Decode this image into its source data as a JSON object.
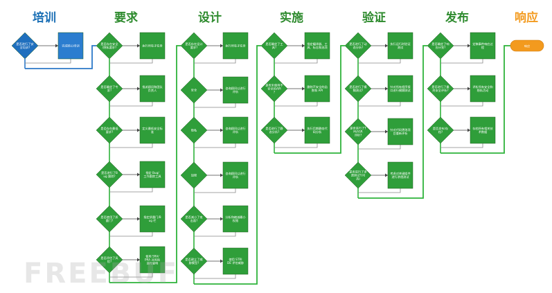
{
  "phases": [
    {
      "label": "培训",
      "color": "#1a6fb5"
    },
    {
      "label": "要求",
      "color": "#2e8b2e"
    },
    {
      "label": "设计",
      "color": "#2e8b2e"
    },
    {
      "label": "实施",
      "color": "#2e8b2e"
    },
    {
      "label": "验证",
      "color": "#2e8b2e"
    },
    {
      "label": "发布",
      "color": "#2e8b2e"
    },
    {
      "label": "响应",
      "color": "#f39a1e"
    }
  ],
  "columns": [
    {
      "nodes": [
        {
          "q": "是否进行了安全培训?",
          "a": "完成核心培训"
        }
      ]
    },
    {
      "nodes": [
        {
          "q": "是否存在安全/隐私要求?",
          "a": "执行所有子任务"
        },
        {
          "q": "是否确定了专家?",
          "a": "指派顾问和团队负责人"
        },
        {
          "q": "是否存在最低要求?",
          "a": "定义最低安全标准"
        },
        {
          "q": "是否进行了Bug 跟踪?",
          "a": "指定 Bug/工作跟踪工具"
        },
        {
          "q": "是否使用了质量门?",
          "a": "指定质量门/Bug 栏"
        },
        {
          "q": "是否评估了风险?",
          "a": "使用 SRA/PRA 对风险进行查明"
        }
      ]
    },
    {
      "nodes": [
        {
          "q": "是否存在设计要求?",
          "a": "执行所有子任务"
        },
        {
          "q": "安全",
          "a": "咨询顾问以进行评析"
        },
        {
          "q": "隐私",
          "a": "咨询顾问以进行评析"
        },
        {
          "q": "加密",
          "a": "咨询顾问以进行评析"
        },
        {
          "q": "是否减小了攻击面?",
          "a": "分析和缩减最小权限"
        },
        {
          "q": "是否建立了威胁模型?",
          "a": "使用 STRIDE 评估威胁"
        }
      ]
    },
    {
      "nodes": [
        {
          "q": "是否确定了工具?",
          "a": "指定编译器、工具、标志和选项"
        },
        {
          "q": "是否未使用不安全的API?",
          "a": "删除不安全的函数和 API"
        },
        {
          "q": "是否进行了静态分析?",
          "a": "执行后期静态代码分析"
        }
      ]
    },
    {
      "nodes": [
        {
          "q": "是否进行了动态分析?",
          "a": "执行运行时验证测试"
        },
        {
          "q": "是否进行了模糊测试?",
          "a": "针对所有程序接口进行模糊测试"
        },
        {
          "q": "是否进行了TM/ASR 评析?",
          "a": "针对代码更改项目重新评析"
        },
        {
          "q": "是否进行了渗透测试?(可选)",
          "a": "考虑对关键组件进行渗透测试"
        }
      ]
    },
    {
      "nodes": [
        {
          "q": "是否确定了响应计划?",
          "a": "定稿事件响应过程"
        },
        {
          "q": "是否进行了最终安全评析?",
          "a": "评析所有安全和隐私活动"
        },
        {
          "q": "是否发布/存档?",
          "a": "存档所有相关技术数据"
        }
      ]
    },
    {
      "nodes": [
        {
          "q": "",
          "a": "响应"
        }
      ]
    }
  ],
  "watermark": "FREEBUF"
}
